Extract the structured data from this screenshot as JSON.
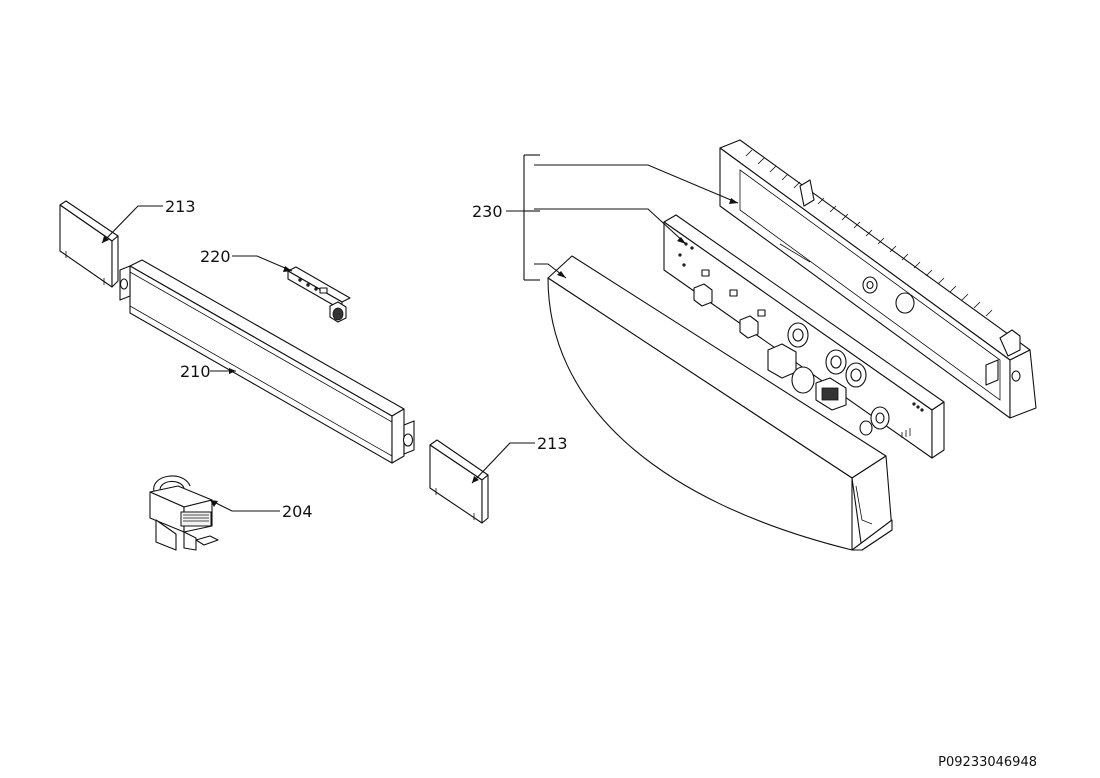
{
  "callouts": {
    "c213a": "213",
    "c220": "220",
    "c210": "210",
    "c204": "204",
    "c213b": "213",
    "c230": "230"
  },
  "document_id": "P09233046948",
  "colors": {
    "line": "#111111",
    "background": "#ffffff"
  }
}
